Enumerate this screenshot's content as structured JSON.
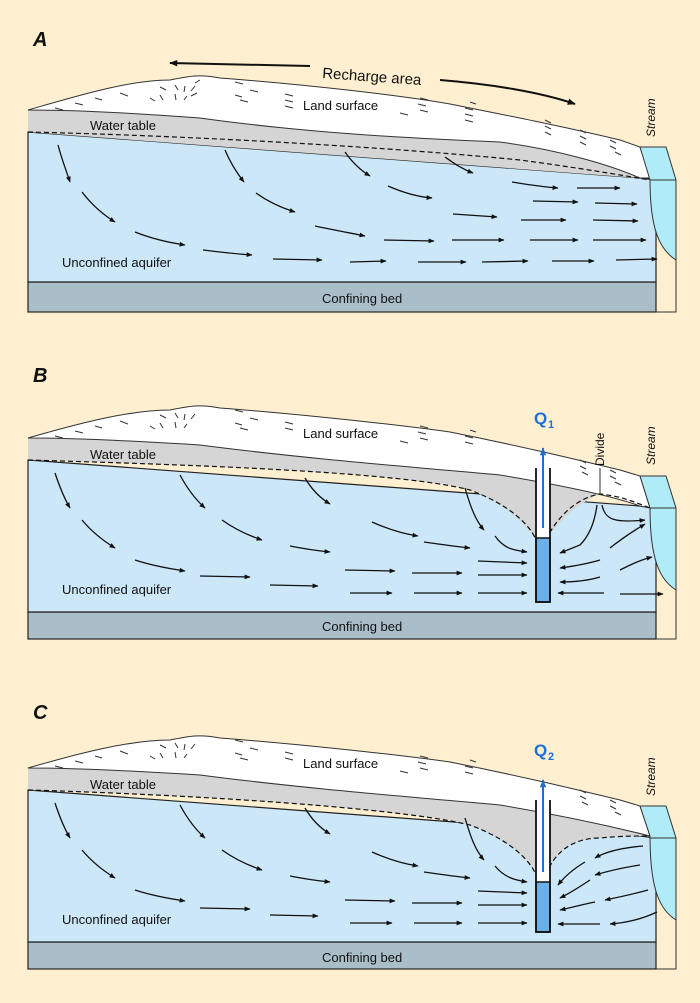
{
  "figure": {
    "panels": [
      {
        "letter": "A",
        "labels": {
          "recharge_area": "Recharge area",
          "land_surface": "Land surface",
          "water_table": "Water table",
          "unconfined_aquifer": "Unconfined aquifer",
          "confining_bed": "Confining bed",
          "stream": "Stream"
        },
        "well": null
      },
      {
        "letter": "B",
        "labels": {
          "land_surface": "Land surface",
          "water_table": "Water table",
          "unconfined_aquifer": "Unconfined aquifer",
          "confining_bed": "Confining bed",
          "stream": "Stream",
          "divide": "Divide"
        },
        "well": {
          "label": "Q",
          "subscript": "1"
        }
      },
      {
        "letter": "C",
        "labels": {
          "land_surface": "Land surface",
          "water_table": "Water table",
          "unconfined_aquifer": "Unconfined aquifer",
          "confining_bed": "Confining bed",
          "stream": "Stream"
        },
        "well": {
          "label": "Q",
          "subscript": "2"
        }
      }
    ],
    "colors": {
      "background": "#fdefcf",
      "aquifer": "#cbe7f8",
      "confining_bed": "#a9bec9",
      "unsaturated_zone": "#d5d5d5",
      "land": "#ffffff",
      "stream": "#b0ecf8",
      "well_water": "#6aaeea",
      "pumping_arrow": "#1e6fd9"
    }
  }
}
